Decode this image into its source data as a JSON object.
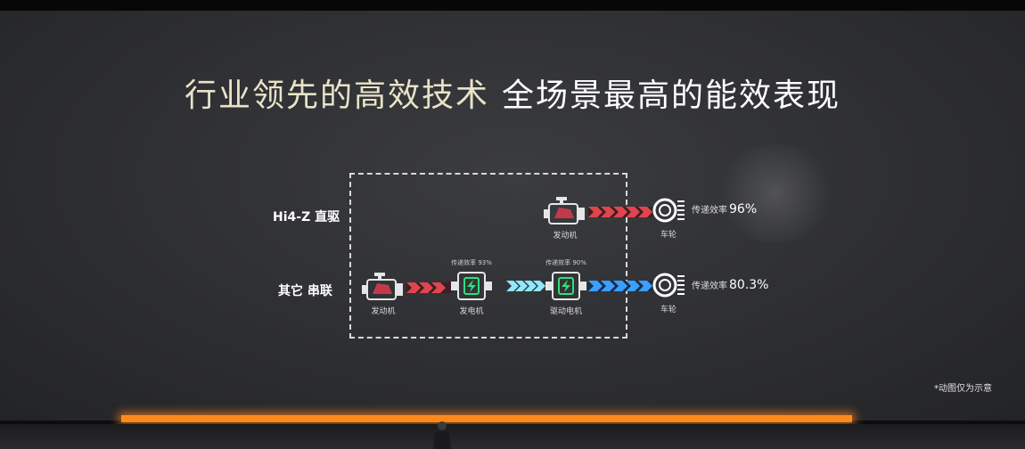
{
  "slide": {
    "title_part1": "行业领先的高效技术",
    "title_part2": "全场景最高的能效表现",
    "row1": {
      "label": "Hi4-Z 直驱",
      "engine_caption": "发动机",
      "wheel_caption": "车轮",
      "efficiency_label": "传递效率",
      "efficiency_value": "96%"
    },
    "row2": {
      "label": "其它 串联",
      "engine_caption": "发动机",
      "generator_caption": "发电机",
      "generator_efficiency": "传递效率 93%",
      "drive_motor_caption": "驱动电机",
      "drive_motor_efficiency": "传递效率 90%",
      "wheel_caption": "车轮",
      "efficiency_label": "传递效率",
      "efficiency_value": "80.3%"
    },
    "footnote": "*动图仅为示意"
  },
  "colors": {
    "red_arrow": "#e0454f",
    "blue_arrow": "#3aa0ff",
    "cyan_arrow": "#8fe8ff",
    "green_icon": "#2ee07a",
    "stage_light": "#ff8a1c"
  }
}
